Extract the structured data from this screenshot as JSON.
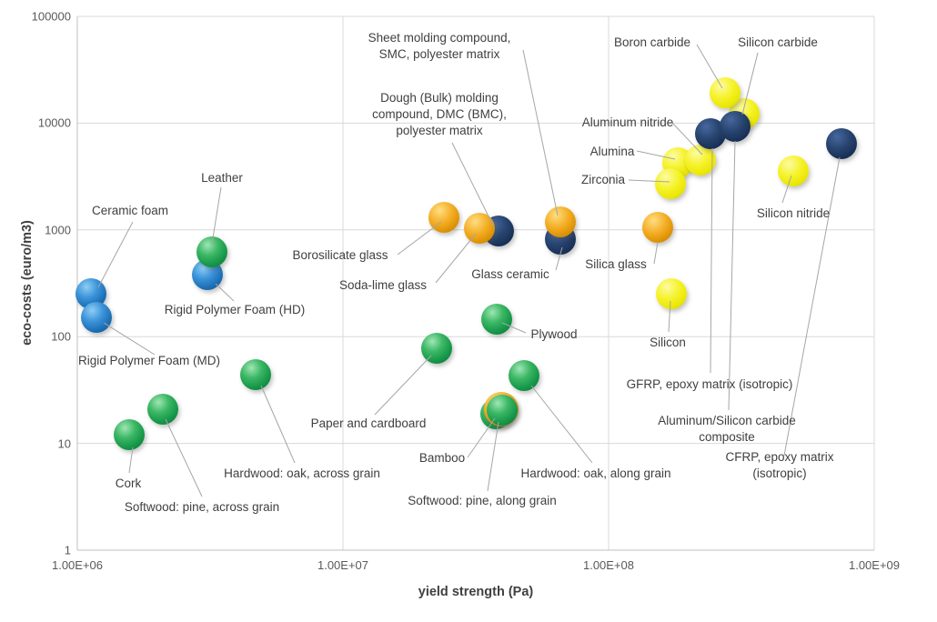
{
  "chart_data": {
    "type": "scatter",
    "subtype": "bubble",
    "title": "",
    "xlabel": "yield strength (Pa)",
    "ylabel": "eco-costs (euro/m3)",
    "x_scale": "log",
    "y_scale": "log",
    "xlim": [
      1000000,
      1000000000
    ],
    "ylim": [
      1,
      100000
    ],
    "grid": true,
    "legend": "none",
    "x_ticks": [
      {
        "v": 1000000,
        "t": "1.00E+06"
      },
      {
        "v": 10000000,
        "t": "1.00E+07"
      },
      {
        "v": 100000000,
        "t": "1.00E+08"
      },
      {
        "v": 1000000000,
        "t": "1.00E+09"
      }
    ],
    "y_ticks": [
      {
        "v": 1,
        "t": "1"
      },
      {
        "v": 10,
        "t": "10"
      },
      {
        "v": 100,
        "t": "100"
      },
      {
        "v": 1000,
        "t": "1000"
      },
      {
        "v": 10000,
        "t": "10000"
      },
      {
        "v": 100000,
        "t": "100000"
      }
    ],
    "family_colors": {
      "green": "#17984a",
      "blue": "#1d6fb4",
      "yellow": "#eae605",
      "gold": "#e8a21a",
      "navy": "#1f3864"
    },
    "points": [
      {
        "id": "ceramic-foam",
        "label": "Ceramic foam",
        "x_pa": 1130000,
        "y_eur_m3": 250,
        "family": "blue",
        "label_at": [
          143,
          232
        ],
        "line": [
          146,
          244,
          108,
          316
        ]
      },
      {
        "id": "rigid-polymer-foam-md",
        "label": "Rigid Polymer Foam (MD)",
        "x_pa": 1180000,
        "y_eur_m3": 152,
        "family": "blue",
        "label_at": [
          164,
          397
        ],
        "line": [
          114,
          355,
          170,
          390
        ]
      },
      {
        "id": "rigid-polymer-foam-hd",
        "label": "Rigid Polymer Foam (HD)",
        "x_pa": 3100000,
        "y_eur_m3": 380,
        "family": "blue",
        "label_at": [
          258,
          341
        ],
        "line": [
          237,
          312,
          257,
          331
        ]
      },
      {
        "id": "leather",
        "label": "Leather",
        "x_pa": 3200000,
        "y_eur_m3": 620,
        "family": "green",
        "label_at": [
          244,
          196
        ],
        "line": [
          243,
          206,
          233,
          268
        ]
      },
      {
        "id": "cork",
        "label": "Cork",
        "x_pa": 1570000,
        "y_eur_m3": 12,
        "family": "green",
        "label_at": [
          141,
          532
        ],
        "line": [
          146,
          492,
          142,
          520
        ]
      },
      {
        "id": "softwood-pine-across-grain",
        "label": "Softwood: pine, across grain",
        "x_pa": 2100000,
        "y_eur_m3": 21,
        "family": "green",
        "label_at": [
          222,
          558
        ],
        "line": [
          182,
          461,
          222,
          546
        ]
      },
      {
        "id": "hardwood-oak-across-grain",
        "label": "Hardwood: oak, across grain",
        "x_pa": 4700000,
        "y_eur_m3": 44,
        "family": "green",
        "label_at": [
          332,
          521
        ],
        "line": [
          287,
          424,
          324,
          509
        ]
      },
      {
        "id": "paper-and-cardboard",
        "label": "Paper and cardboard",
        "x_pa": 22500000,
        "y_eur_m3": 78,
        "family": "green",
        "label_at": [
          405,
          466
        ],
        "line": [
          412,
          456,
          474,
          391
        ]
      },
      {
        "id": "plywood",
        "label": "Plywood",
        "x_pa": 38000000,
        "y_eur_m3": 146,
        "family": "green",
        "label_at": [
          609,
          368
        ],
        "line": [
          552,
          355,
          578,
          366
        ]
      },
      {
        "id": "hardwood-oak-along-grain",
        "label": "Hardwood: oak, along grain",
        "x_pa": 48000000,
        "y_eur_m3": 43,
        "family": "green",
        "label_at": [
          655,
          521
        ],
        "line": [
          584,
          424,
          651,
          509
        ]
      },
      {
        "id": "softwood-pine-along-grain",
        "label": "Softwood: pine, along grain",
        "x_pa": 37600000,
        "y_eur_m3": 19,
        "family": "green",
        "label_at": [
          530,
          551
        ],
        "line": [
          536,
          540,
          548,
          464
        ]
      },
      {
        "id": "bamboo-back",
        "label": "",
        "x_pa": 39500000,
        "y_eur_m3": 21,
        "family": "gold",
        "r": 19
      },
      {
        "id": "bamboo",
        "label": "Bamboo",
        "x_pa": 39700000,
        "y_eur_m3": 20.7,
        "family": "green",
        "label_at": [
          486,
          504
        ],
        "line": [
          514,
          503,
          544,
          460
        ]
      },
      {
        "id": "dmc",
        "label": "Dough (Bulk) molding\ncompound, DMC (BMC),\npolyester matrix",
        "x_pa": 38500000,
        "y_eur_m3": 980,
        "family": "navy",
        "label_at": [
          483,
          126
        ],
        "line": [
          497,
          157,
          542,
          248
        ]
      },
      {
        "id": "soda-lime-glass",
        "label": "Soda-lime glass",
        "x_pa": 32600000,
        "y_eur_m3": 1035,
        "family": "gold",
        "label_at": [
          421,
          314
        ],
        "line": [
          479,
          311,
          523,
          257
        ]
      },
      {
        "id": "borosilicate-glass",
        "label": "Borosilicate glass",
        "x_pa": 24000000,
        "y_eur_m3": 1310,
        "family": "gold",
        "label_at": [
          374,
          281
        ],
        "line": [
          437,
          280,
          485,
          244
        ]
      },
      {
        "id": "glass-ceramic",
        "label": "Glass ceramic",
        "x_pa": 66000000,
        "y_eur_m3": 820,
        "family": "navy",
        "label_at": [
          561,
          302
        ],
        "line": [
          611,
          297,
          618,
          272
        ]
      },
      {
        "id": "smc",
        "label": "Sheet molding compound,\nSMC, polyester matrix",
        "x_pa": 66000000,
        "y_eur_m3": 1190,
        "family": "gold",
        "label_at": [
          483,
          51
        ],
        "line": [
          575,
          55,
          613,
          237
        ]
      },
      {
        "id": "silica-glass",
        "label": "Silica glass",
        "x_pa": 153000000,
        "y_eur_m3": 1060,
        "family": "gold",
        "label_at": [
          677,
          291
        ],
        "line": [
          719,
          290,
          723,
          266
        ]
      },
      {
        "id": "silicon",
        "label": "Silicon",
        "x_pa": 172000000,
        "y_eur_m3": 252,
        "family": "yellow",
        "label_at": [
          734,
          377
        ],
        "line": [
          735,
          365,
          737,
          331
        ]
      },
      {
        "id": "alumina",
        "label": "Alumina",
        "x_pa": 182000000,
        "y_eur_m3": 4250,
        "family": "yellow",
        "label_at": [
          673,
          167
        ],
        "line": [
          700,
          166,
          742,
          175
        ]
      },
      {
        "id": "aluminum-nitride",
        "label": "Aluminum nitride",
        "x_pa": 221000000,
        "y_eur_m3": 4500,
        "family": "yellow",
        "label_at": [
          690,
          135
        ],
        "line": [
          739,
          135,
          772,
          170
        ]
      },
      {
        "id": "zirconia",
        "label": "Zirconia",
        "x_pa": 171000000,
        "y_eur_m3": 2700,
        "family": "yellow",
        "label_at": [
          663,
          198
        ],
        "line": [
          691,
          198,
          736,
          200
        ]
      },
      {
        "id": "silicon-carbide",
        "label": "Silicon carbide",
        "x_pa": 324000000,
        "y_eur_m3": 12250,
        "family": "yellow",
        "label_at": [
          855,
          47
        ],
        "line": [
          833,
          58,
          816,
          126
        ]
      },
      {
        "id": "boron-carbide",
        "label": "Boron carbide",
        "x_pa": 274000000,
        "y_eur_m3": 19200,
        "family": "yellow",
        "label_at": [
          717,
          47
        ],
        "line": [
          766,
          49,
          794,
          97
        ]
      },
      {
        "id": "gfrp",
        "label": "GFRP, epoxy matrix (isotropic)",
        "x_pa": 242000000,
        "y_eur_m3": 7950,
        "family": "navy",
        "label_at": [
          780,
          423
        ],
        "line": [
          781,
          410,
          783,
          163
        ]
      },
      {
        "id": "al-sic-composite",
        "label": "Aluminum/Silicon carbide\ncomposite",
        "x_pa": 299000000,
        "y_eur_m3": 9300,
        "family": "navy",
        "label_at": [
          799,
          472
        ],
        "line": [
          801,
          451,
          808,
          155
        ]
      },
      {
        "id": "silicon-nitride",
        "label": "Silicon nitride",
        "x_pa": 495000000,
        "y_eur_m3": 3560,
        "family": "yellow",
        "label_at": [
          872,
          235
        ],
        "line": [
          860,
          223,
          870,
          193
        ]
      },
      {
        "id": "cfrp",
        "label": "CFRP, epoxy matrix (isotropic)",
        "x_pa": 753000000,
        "y_eur_m3": 6400,
        "family": "navy",
        "label_at": [
          857,
          512
        ],
        "line": [
          862,
          501,
          923,
          173
        ]
      }
    ]
  },
  "axes_titles": {
    "x": "yield strength (Pa)",
    "y": "eco-costs (euro/m3)"
  }
}
